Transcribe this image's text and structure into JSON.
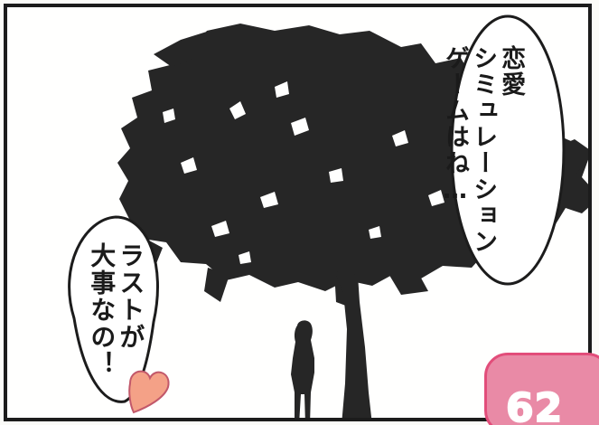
{
  "bubbles": {
    "right": {
      "lines": [
        "恋愛",
        "シミュレーション",
        "ゲームはね…"
      ]
    },
    "left": {
      "lines": [
        "ラストが",
        "大事なの！"
      ]
    }
  },
  "page_number": "62",
  "colors": {
    "silhouette": "#262626",
    "outline": "#1c1c1c",
    "heart_fill": "#f4a187",
    "badge_fill": "#e98aa6",
    "badge_border": "#e24d7a"
  },
  "icons": {
    "heart": "heart-icon"
  }
}
